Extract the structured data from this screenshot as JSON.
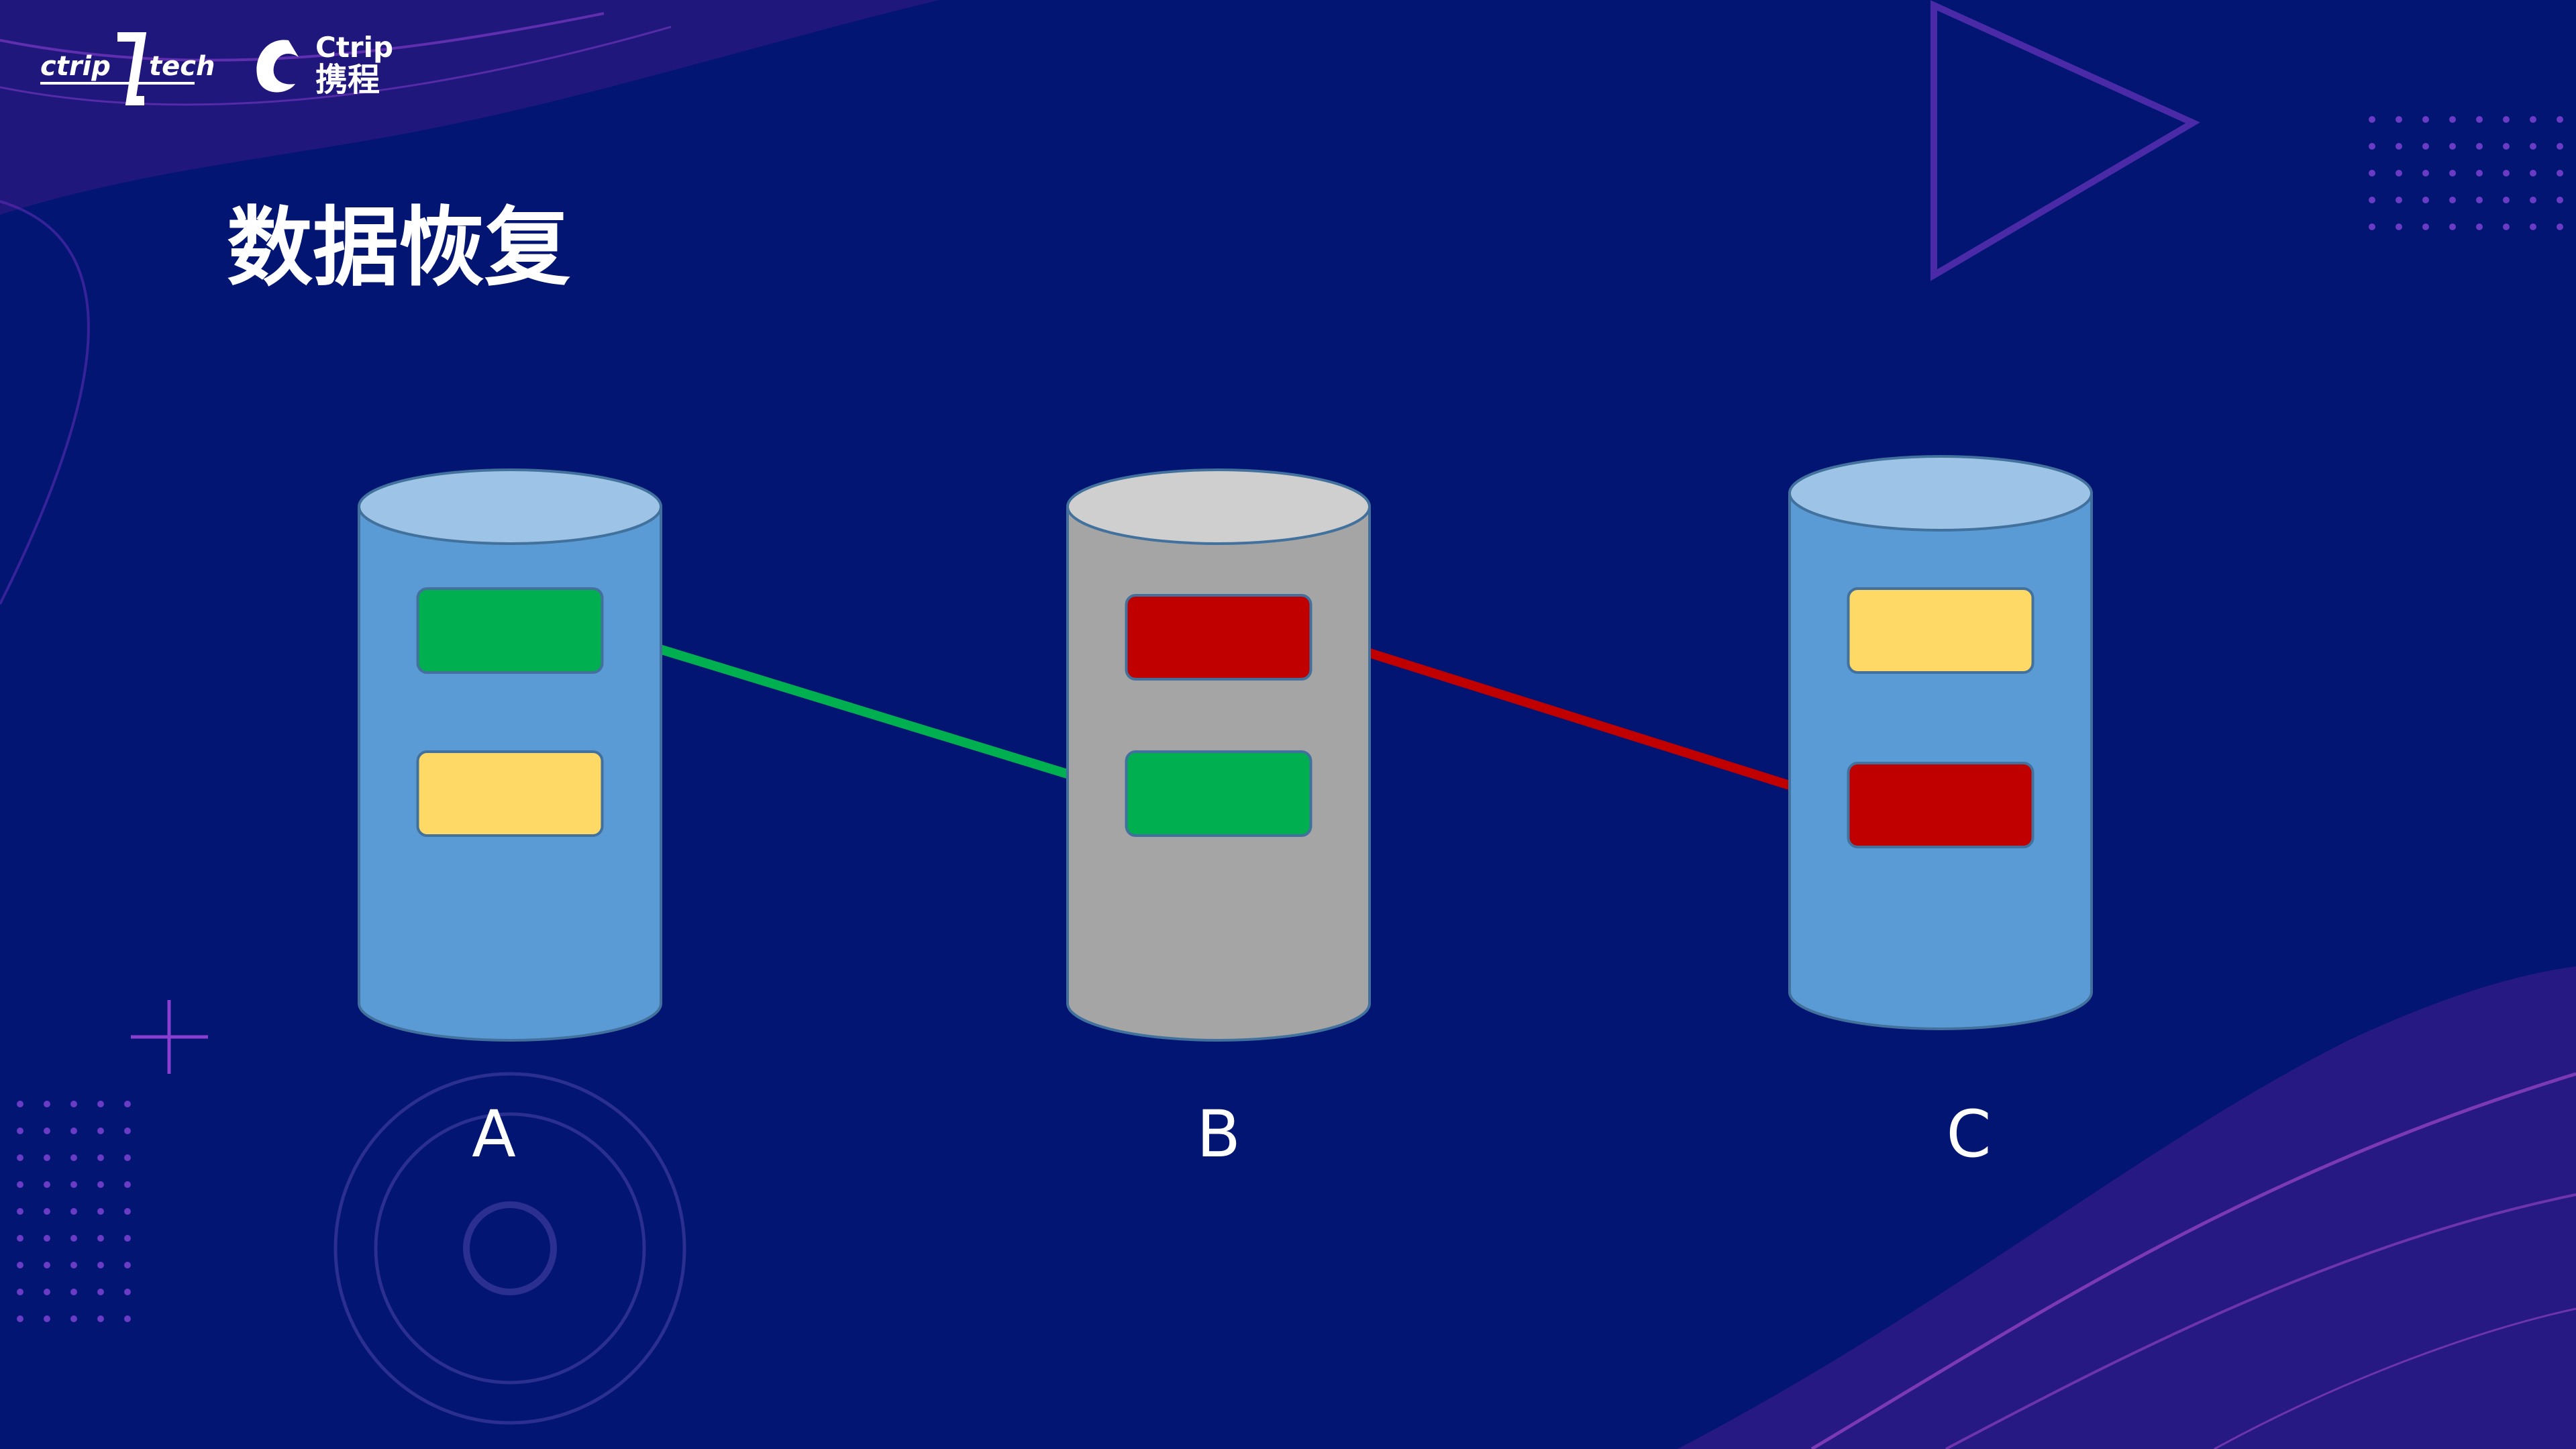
{
  "slide": {
    "title": "数据恢复"
  },
  "logos": {
    "ctrip_tech": {
      "left": "ctrip",
      "right": "tech"
    },
    "ctrip_brand": {
      "latin": "Ctrip",
      "chinese": "携程"
    }
  },
  "databases": [
    {
      "id": "A",
      "label": "A",
      "color": "#5b9bd5",
      "top_color": "#9dc3e6",
      "records": [
        {
          "color": "#00b050"
        },
        {
          "color": "#ffd966"
        }
      ]
    },
    {
      "id": "B",
      "label": "B",
      "color": "#a5a5a5",
      "top_color": "#cfcfcf",
      "records": [
        {
          "color": "#c00000"
        },
        {
          "color": "#00b050"
        }
      ]
    },
    {
      "id": "C",
      "label": "C",
      "color": "#5b9bd5",
      "top_color": "#9dc3e6",
      "records": [
        {
          "color": "#ffd966"
        },
        {
          "color": "#c00000"
        }
      ]
    }
  ],
  "arrows": [
    {
      "from": "A.record1",
      "to": "B.record2",
      "color": "#00b050"
    },
    {
      "from": "C.record2",
      "to": "B.record1",
      "color": "#c00000"
    }
  ]
}
